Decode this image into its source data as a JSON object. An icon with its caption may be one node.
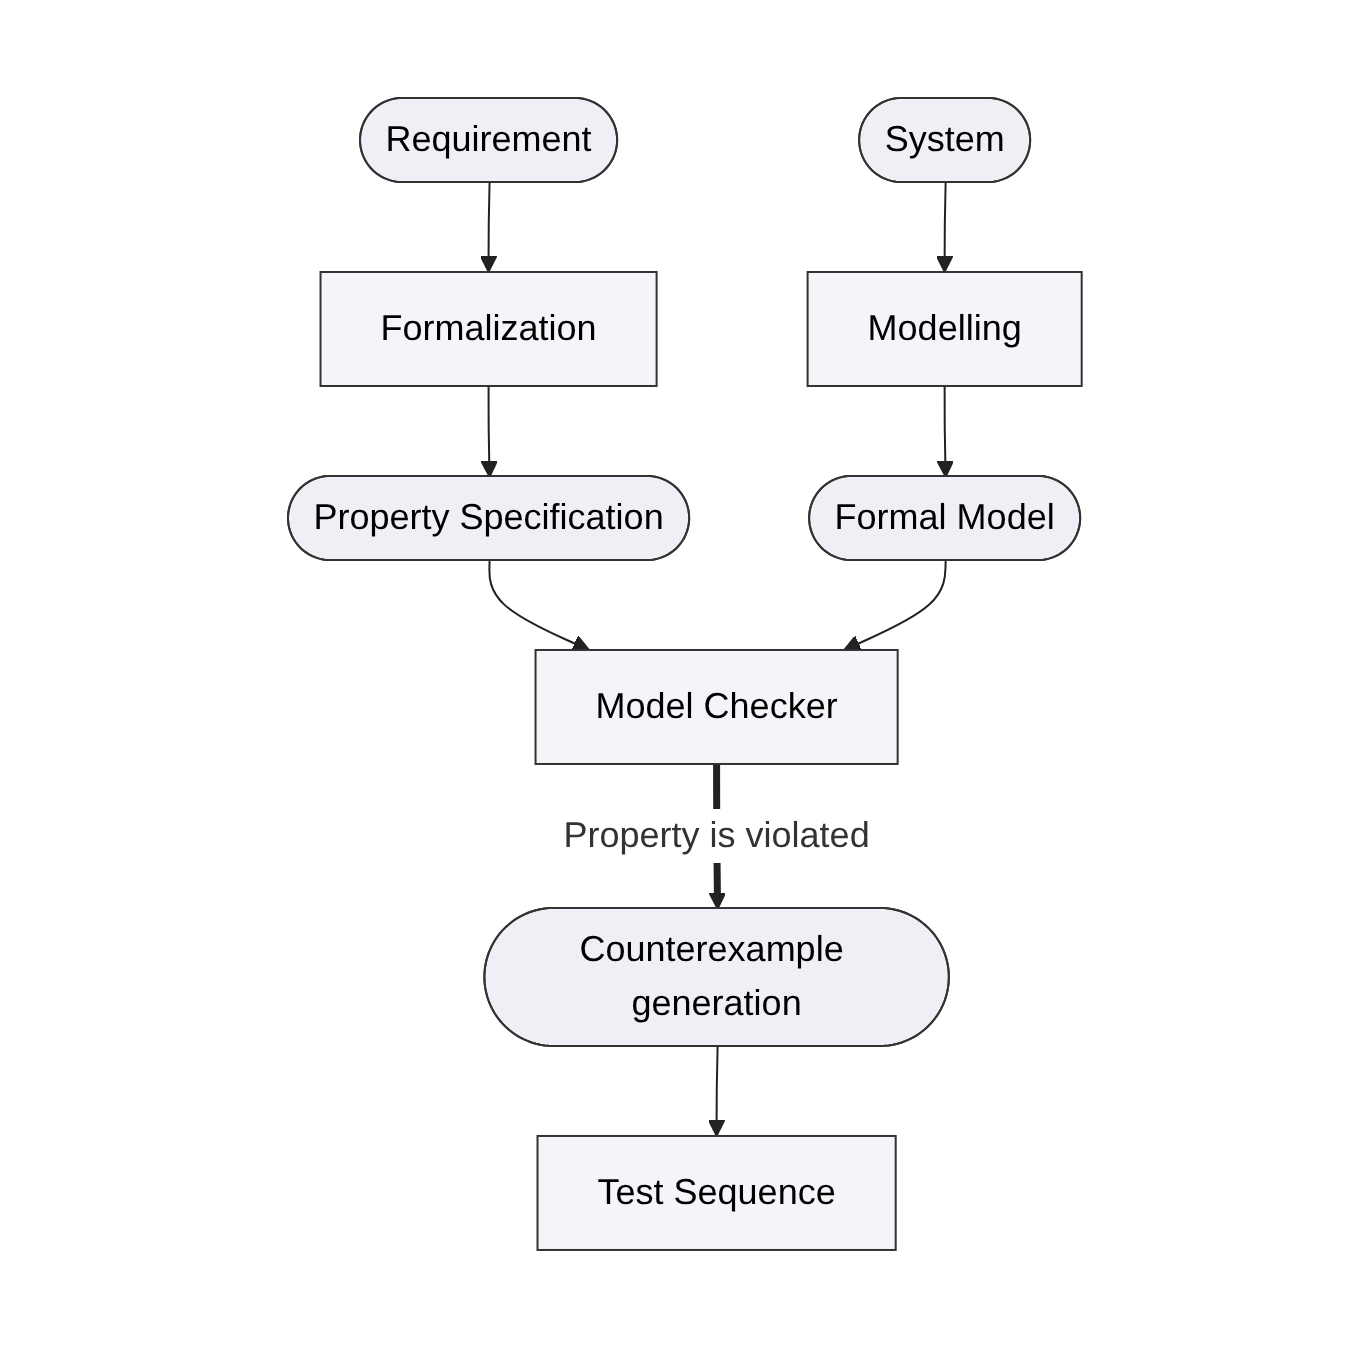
{
  "diagram": {
    "nodes": [
      {
        "text": [
          "Requirement"
        ]
      },
      {
        "text": [
          "System"
        ]
      },
      {
        "text": [
          "Formalization"
        ]
      },
      {
        "text": [
          "Modelling"
        ]
      },
      {
        "text": [
          "Property Specification"
        ]
      },
      {
        "text": [
          "Formal Model"
        ]
      },
      {
        "text": [
          "Model Checker"
        ]
      },
      {
        "text": [
          "Counterexample generation"
        ]
      },
      {
        "text": [
          "Test Sequence"
        ]
      }
    ],
    "edges": [
      {
        "from": 0,
        "to": 2,
        "arrow": "to"
      },
      {
        "from": 1,
        "to": 3,
        "arrow": "to"
      },
      {
        "from": 2,
        "to": 4,
        "arrow": "to"
      },
      {
        "from": 3,
        "to": 5,
        "arrow": "to"
      },
      {
        "from": 4,
        "to": 6,
        "arrow": "to"
      },
      {
        "from": 5,
        "to": 6,
        "arrow": "to"
      },
      {
        "from": 6,
        "to": 7,
        "arrow": "to",
        "label": "Property is violated",
        "style": "thick"
      },
      {
        "from": 7,
        "to": 8,
        "arrow": "to"
      }
    ]
  }
}
